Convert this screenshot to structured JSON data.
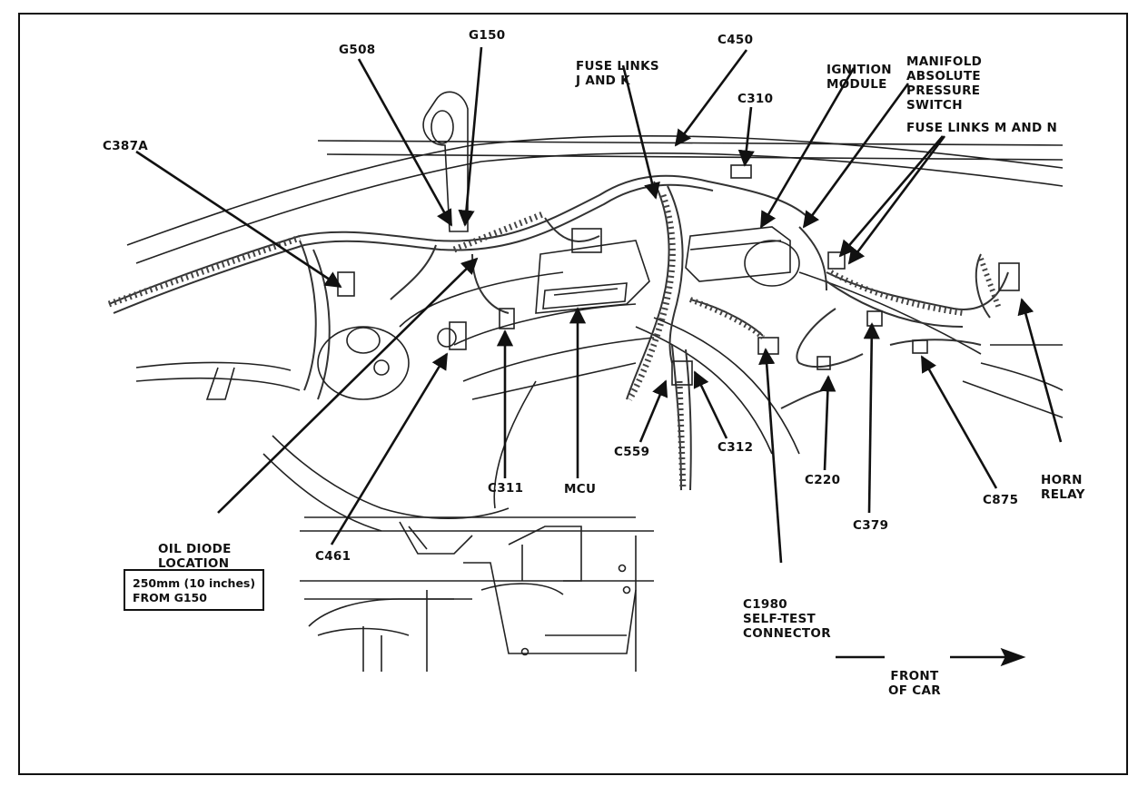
{
  "callouts": {
    "g150": "G150",
    "g508": "G508",
    "fuse_links_jk": [
      "FUSE LINKS",
      "J AND K"
    ],
    "c450": "C450",
    "ignition_module": [
      "IGNITION",
      "MODULE"
    ],
    "map_switch": [
      "MANIFOLD",
      "ABSOLUTE",
      "PRESSURE",
      "SWITCH"
    ],
    "c310": "C310",
    "fuse_links_mn": "FUSE LINKS M AND N",
    "c387a": "C387A",
    "horn_relay": [
      "HORN",
      "RELAY"
    ],
    "c559": "C559",
    "c312": "C312",
    "c220": "C220",
    "c875": "C875",
    "c311": "C311",
    "mcu": "MCU",
    "c379": "C379",
    "oil_diode": [
      "OIL DIODE",
      "LOCATION"
    ],
    "c461": "C461",
    "c1980": [
      "C1980",
      "SELF-TEST",
      "CONNECTOR"
    ]
  },
  "note": [
    "250mm (10 inches)",
    "FROM G150"
  ],
  "direction": [
    "FRONT",
    "OF CAR"
  ]
}
